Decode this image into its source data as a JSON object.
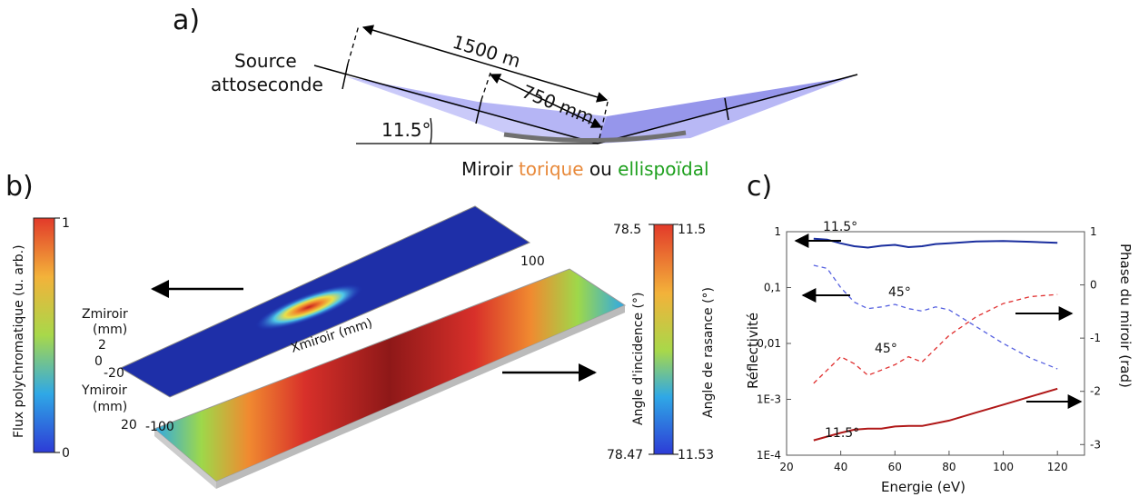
{
  "panel_a": {
    "label": "a)",
    "source_line1": "Source",
    "source_line2": "attoseconde",
    "dist_long": "1500 m",
    "dist_short": "750 mm",
    "angle": "11.5°",
    "mirror_prefix": "Miroir ",
    "mirror_toric": "torique",
    "mirror_or": " ou ",
    "mirror_ellip": "ellispoïdal",
    "colors": {
      "toric": "#E8893A",
      "ellip": "#1EA01E",
      "beam": "#9C9CF2",
      "mirror": "#707070"
    }
  },
  "panel_b": {
    "label": "b)",
    "left_scale": {
      "title": "Flux polychromatique (u. arb.)",
      "max": "1",
      "min": "0"
    },
    "right_scale": {
      "title_incidence": "Angle d'incidence (°)",
      "title_rasance": "Angle de rasance (°)",
      "inc_top": "78.5",
      "inc_bottom": "78.47",
      "ras_top": "11.5",
      "ras_bottom": "11.53"
    },
    "axes": {
      "z_label_1": "Zmiroir",
      "z_label_2": "(mm)",
      "z_top": "2",
      "z_zero": "0",
      "y_minus": "-20",
      "y_label_1": "Ymiroir",
      "y_label_2": "(mm)",
      "y_plus": "20",
      "x_minus": "-100",
      "x_plus": "100",
      "x_label": "Xmiroir (mm)"
    }
  },
  "panel_c": {
    "label": "c)",
    "chart_data": {
      "type": "line",
      "xlabel": "Energie (eV)",
      "ylabel": "Réflectivité",
      "ylabel_right": "Phase du miroir (rad)",
      "xlim": [
        20,
        130
      ],
      "x_ticks": [
        "20",
        "40",
        "60",
        "80",
        "100",
        "120"
      ],
      "ylim_log": [
        0.0001,
        1
      ],
      "y_ticks": [
        "1",
        "0,1",
        "0,01",
        "1E-3",
        "1E-4"
      ],
      "ylim_right": [
        -3.2,
        1
      ],
      "y_ticks_right": [
        "1",
        "0",
        "-1",
        "-2",
        "-3"
      ],
      "annotations": [
        "11.5°",
        "45°",
        "45°",
        "11.5°"
      ],
      "series": [
        {
          "axis": "left",
          "style": "solid",
          "color": "#1A2E9E",
          "x": [
            30,
            35,
            40,
            45,
            50,
            55,
            60,
            65,
            70,
            75,
            80,
            90,
            100,
            110,
            120
          ],
          "y": [
            0.75,
            0.72,
            0.62,
            0.55,
            0.52,
            0.56,
            0.58,
            0.53,
            0.55,
            0.6,
            0.62,
            0.67,
            0.68,
            0.66,
            0.63
          ]
        },
        {
          "axis": "left",
          "style": "dashed",
          "color": "#5560E0",
          "x": [
            30,
            35,
            40,
            45,
            50,
            55,
            60,
            65,
            70,
            75,
            80,
            90,
            100,
            110,
            120
          ],
          "y": [
            0.25,
            0.22,
            0.1,
            0.055,
            0.042,
            0.045,
            0.05,
            0.042,
            0.038,
            0.045,
            0.04,
            0.02,
            0.01,
            0.0055,
            0.0035
          ]
        },
        {
          "axis": "right",
          "style": "dashed",
          "color": "#E03030",
          "x": [
            30,
            35,
            40,
            45,
            50,
            55,
            60,
            65,
            70,
            75,
            80,
            90,
            100,
            110,
            120
          ],
          "y": [
            -1.85,
            -1.6,
            -1.35,
            -1.48,
            -1.7,
            -1.6,
            -1.5,
            -1.35,
            -1.45,
            -1.2,
            -0.95,
            -0.6,
            -0.35,
            -0.22,
            -0.18
          ]
        },
        {
          "axis": "right",
          "style": "solid",
          "color": "#B01818",
          "x": [
            30,
            35,
            40,
            45,
            50,
            55,
            60,
            65,
            70,
            75,
            80,
            90,
            100,
            110,
            120
          ],
          "y": [
            -2.92,
            -2.85,
            -2.78,
            -2.72,
            -2.7,
            -2.7,
            -2.66,
            -2.65,
            -2.65,
            -2.6,
            -2.55,
            -2.4,
            -2.25,
            -2.1,
            -1.95
          ]
        }
      ]
    }
  }
}
